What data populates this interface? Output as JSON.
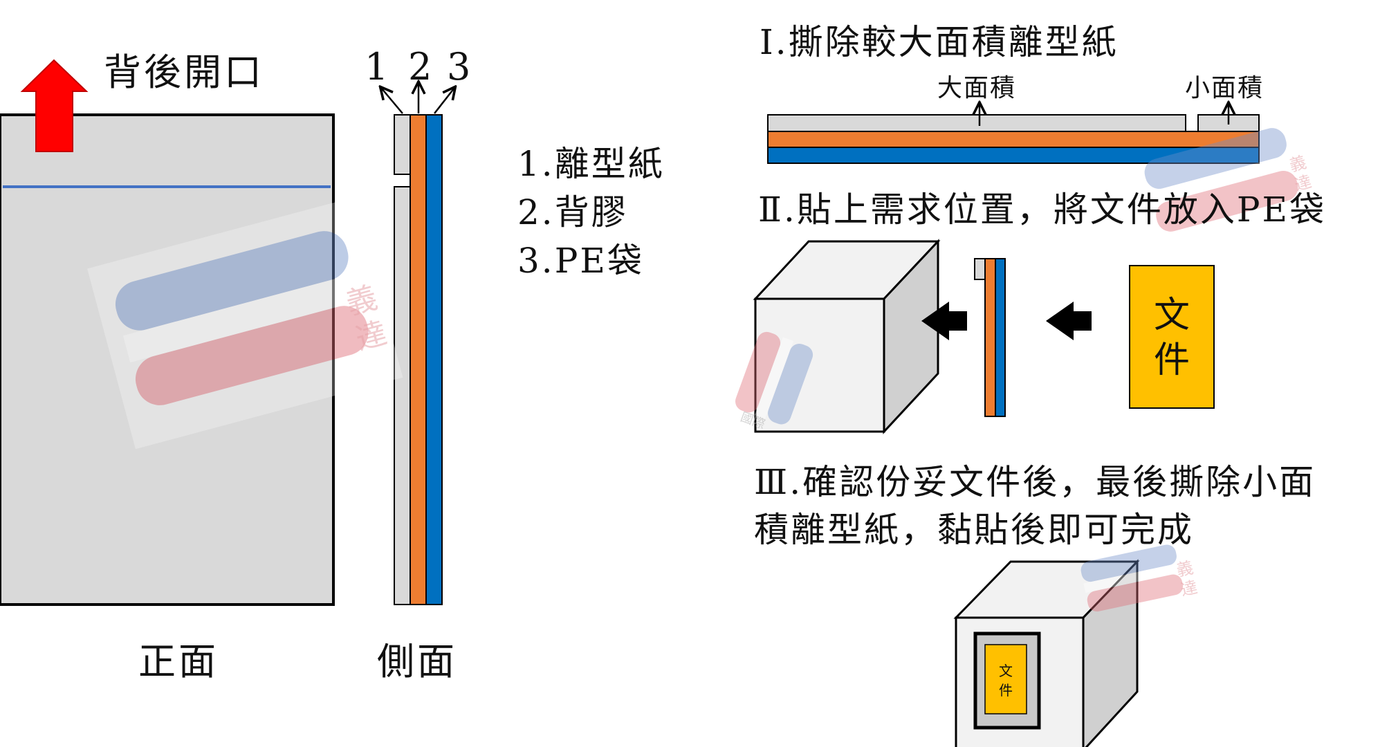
{
  "front_view": {
    "opening_label": "背後開口",
    "caption": "正面"
  },
  "side_view": {
    "layer_numbers": [
      "1",
      "2",
      "3"
    ],
    "caption": "側面"
  },
  "legend": {
    "items": [
      "1.離型紙",
      "2.背膠",
      "3.PE袋"
    ]
  },
  "steps": {
    "step1": {
      "title": "Ⅰ.撕除較大面積離型紙",
      "large_area_label": "大面積",
      "small_area_label": "小面積"
    },
    "step2": {
      "title": "Ⅱ.貼上需求位置，將文件放入PE袋",
      "document_label": "文件"
    },
    "step3": {
      "title_line1": "Ⅲ.確認份妥文件後，最後撕除小面",
      "title_line2": "積離型紙，黏貼後即可完成",
      "document_label": "文件"
    }
  },
  "watermark": {
    "main_chars": "義達",
    "small_text": "國際"
  },
  "colors": {
    "release_paper": "#d9d9d9",
    "adhesive": "#ed7d31",
    "pe_bag": "#0070c0",
    "arrow_red": "#ff0000",
    "document": "#ffc000",
    "seal_line": "#4472c4"
  }
}
